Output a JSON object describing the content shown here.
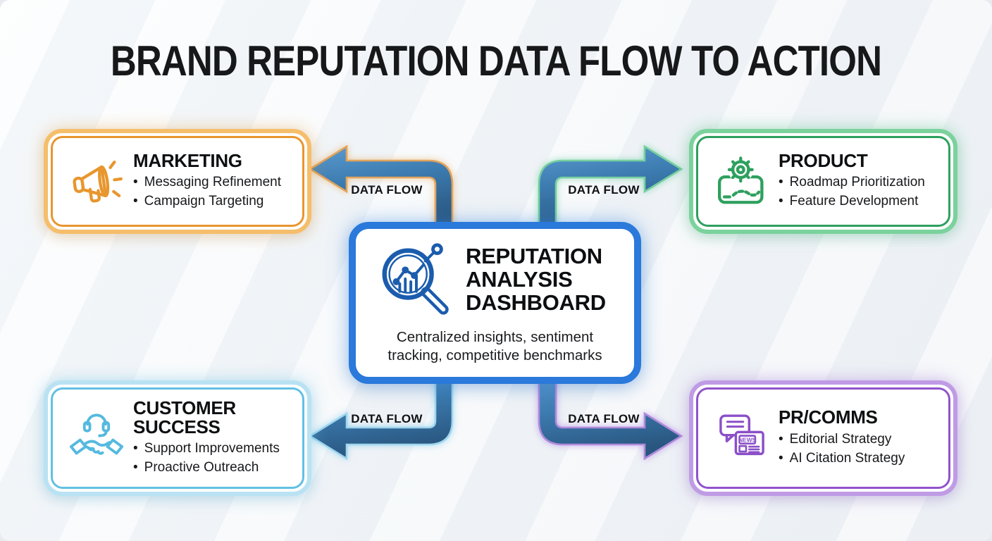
{
  "page": {
    "title": "BRAND REPUTATION DATA FLOW TO ACTION",
    "background": "#f1f4f7"
  },
  "theme": {
    "arrow_fill_top": "#5295cb",
    "arrow_fill_bottom": "#2a5c8c",
    "text_dark": "#111111"
  },
  "center": {
    "title": "REPUTATION ANALYSIS DASHBOARD",
    "subtitle": "Centralized insights, sentiment tracking, competitive benchmarks",
    "icon": "magnifier-analytics-icon",
    "accent": "#2a79db"
  },
  "flows": [
    {
      "id": "to-marketing",
      "label": "DATA FLOW",
      "accent": "#e2a45c"
    },
    {
      "id": "to-product",
      "label": "DATA FLOW",
      "accent": "#76cfa0"
    },
    {
      "id": "to-customer-success",
      "label": "DATA FLOW",
      "accent": "#9fd6ee"
    },
    {
      "id": "to-pr-comms",
      "label": "DATA FLOW",
      "accent": "#b08bdc"
    }
  ],
  "departments": [
    {
      "id": "marketing",
      "title": "MARKETING",
      "bullets": [
        "Messaging Refinement",
        "Campaign Targeting"
      ],
      "icon": "megaphone-icon",
      "accent_outer": "#f5be6b",
      "accent_inner": "#e8962e",
      "icon_color": "#e8962e"
    },
    {
      "id": "product",
      "title": "PRODUCT",
      "bullets": [
        "Roadmap Prioritization",
        "Feature Development"
      ],
      "icon": "roadmap-gear-icon",
      "accent_outer": "#7bd29c",
      "accent_inner": "#2ea05e",
      "icon_color": "#2ea05e"
    },
    {
      "id": "customer-success",
      "title": "CUSTOMER SUCCESS",
      "bullets": [
        "Support Improvements",
        "Proactive Outreach"
      ],
      "icon": "handshake-headset-icon",
      "accent_outer": "#b9e2f3",
      "accent_inner": "#62c0e3",
      "icon_color": "#55b9df"
    },
    {
      "id": "pr-comms",
      "title": "PR/COMMS",
      "bullets": [
        "Editorial Strategy",
        "AI Citation Strategy"
      ],
      "icon": "news-speech-icon",
      "icon_label": "NEWS",
      "accent_outer": "#bf9be5",
      "accent_inner": "#9153cc",
      "icon_color": "#8b4fc8"
    }
  ]
}
